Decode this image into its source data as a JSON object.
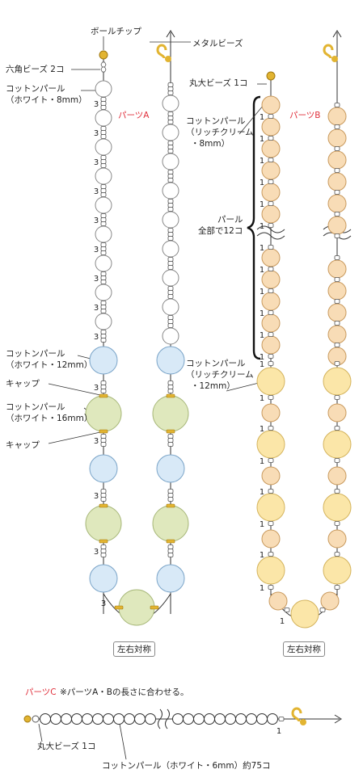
{
  "labels": {
    "ball_chip": "ボールチップ",
    "metal_bead": "メタルビーズ",
    "hex_bead": "六角ビーズ 2コ",
    "cp_white_8_l1": "コットンパール",
    "cp_white_8_l2": "（ホワイト・8mm）",
    "parts_a": "パーツA",
    "cp_white_12_l1": "コットンパール",
    "cp_white_12_l2": "（ホワイト・12mm）",
    "cap1": "キャップ",
    "cp_white_16_l1": "コットンパール",
    "cp_white_16_l2": "（ホワイト・16mm）",
    "cap2": "キャップ",
    "round_bead_1": "丸大ビーズ 1コ",
    "cp_rich_8_l1": "コットンパール",
    "cp_rich_8_l2": "（リッチクリーム",
    "cp_rich_8_l3": "・8mm）",
    "parts_b": "パーツB",
    "pearl_total_l1": "パール",
    "pearl_total_l2": "全部で12コ",
    "cp_rich_12_l1": "コットンパール",
    "cp_rich_12_l2": "（リッチクリーム",
    "cp_rich_12_l3": "・12mm）",
    "sym_a": "左右対称",
    "sym_b": "左右対称",
    "parts_c_head": "パーツC",
    "parts_c_note": "※パーツA・Bの長さに合わせる。",
    "round_bead_c": "丸大ビーズ 1コ",
    "cp_white_6": "コットンパール（ホワイト・6mm）約75コ",
    "count_3": "3",
    "count_1": "1"
  },
  "colors": {
    "accent_red": "#e0303c",
    "gold": "#e2b431",
    "white_pearl_stroke": "#888888",
    "blue_pearl": "#d8e9f7",
    "green_pearl": "#dfe8bd",
    "cream_pearl_8": "#f8dcb6",
    "cream_pearl_12": "#fbe6a8"
  }
}
